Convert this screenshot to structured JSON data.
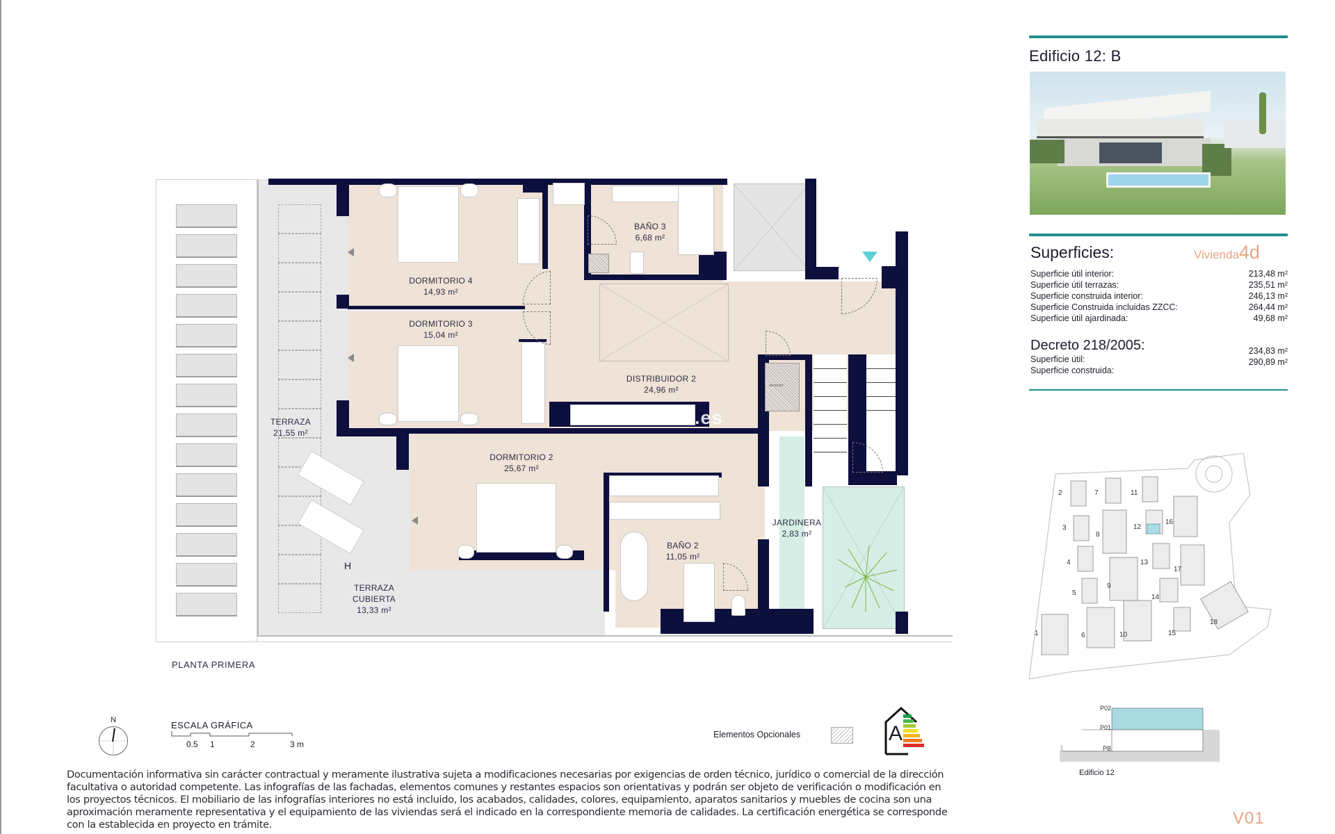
{
  "plan": {
    "title": "PLANTA PRIMERA",
    "rooms": [
      {
        "name": "DORMITORIO 4",
        "area": "14,93 m²"
      },
      {
        "name": "DORMITORIO 3",
        "area": "15,04 m²"
      },
      {
        "name": "BAÑO 3",
        "area": "6,68 m²"
      },
      {
        "name": "DISTRIBUIDOR 2",
        "area": "24,96 m²"
      },
      {
        "name": "DORMITORIO 2",
        "area": "25,67 m²"
      },
      {
        "name": "BAÑO 2",
        "area": "11,05 m²"
      },
      {
        "name": "JARDINERA",
        "area": "2,83 m²"
      },
      {
        "name": "TERRAZA",
        "area": "21,55 m²"
      },
      {
        "name": "TERRAZA CUBIERTA",
        "area": "13,33 m²"
      }
    ],
    "elevator_label": "ascensor",
    "marker_h": "H",
    "watermark": "www.        bitat.es",
    "colors": {
      "wall": "#0d0f3d",
      "floor": "#efe2d6",
      "terrace": "#e8e8e9",
      "garden": "#d5efe6",
      "entry_marker": "#5ccfd6"
    }
  },
  "legend": {
    "compass_n": "N",
    "scale_title": "ESCALA GRÁFICA",
    "scale_ticks": [
      "0.5",
      "1",
      "2",
      "3 m"
    ],
    "optional_elements": "Elementos Opcionales",
    "energy_rating": "A"
  },
  "disclaimer": "Documentación informativa sin carácter contractual y meramente ilustrativa sujeta a modificaciones necesarias por exigencias de orden técnico, jurídico o comercial de la dirección facultativa o autoridad competente. Las infografías de las fachadas, elementos comunes y restantes espacios son orientativas y podrán ser objeto de verificación o modificación en los proyectos técnicos. El mobiliario de las infografías interiores no está incluido, los acabados, calidades, colores, equipamiento, aparatos sanitarios y muebles de cocina son una aproximación meramente representativa y el equipamiento de las viviendas será el indicado en la correspondiente memoria de calidades. La certificación energética se corresponde con la establecida en proyecto en trámite.",
  "panel": {
    "building_title": "Edificio 12: B",
    "superficies_title": "Superficies:",
    "vivienda_label": "Vivienda",
    "vivienda_code": "4d",
    "superficies": [
      {
        "label": "Superficie útil interior:",
        "value": "213,48 m²"
      },
      {
        "label": "Superficie útil terrazas:",
        "value": "235,51 m²"
      },
      {
        "label": "Superficie construida interior:",
        "value": "246,13 m²"
      },
      {
        "label": "Superficie Construida incluidas ZZCC:",
        "value": "264,44 m²"
      },
      {
        "label": "Superficie útil ajardinada:",
        "value": "49,68 m²"
      }
    ],
    "decreto_title": "Decreto 218/2005:",
    "decreto": [
      {
        "label": "Superficie útil:",
        "value": "234,83 m²"
      },
      {
        "label": "Superficie construida:",
        "value": "290,89 m²"
      }
    ],
    "site_plan_numbers": [
      "1",
      "2",
      "3",
      "4",
      "5",
      "6",
      "7",
      "8",
      "9",
      "10",
      "11",
      "12",
      "13",
      "14",
      "15",
      "16",
      "17",
      "18"
    ],
    "section": {
      "levels": [
        "P02",
        "P01",
        "PB"
      ],
      "caption": "Edificio 12"
    },
    "version": "V01",
    "accent_color": "#1f8f8d",
    "vivienda_color": "#e9a484"
  }
}
